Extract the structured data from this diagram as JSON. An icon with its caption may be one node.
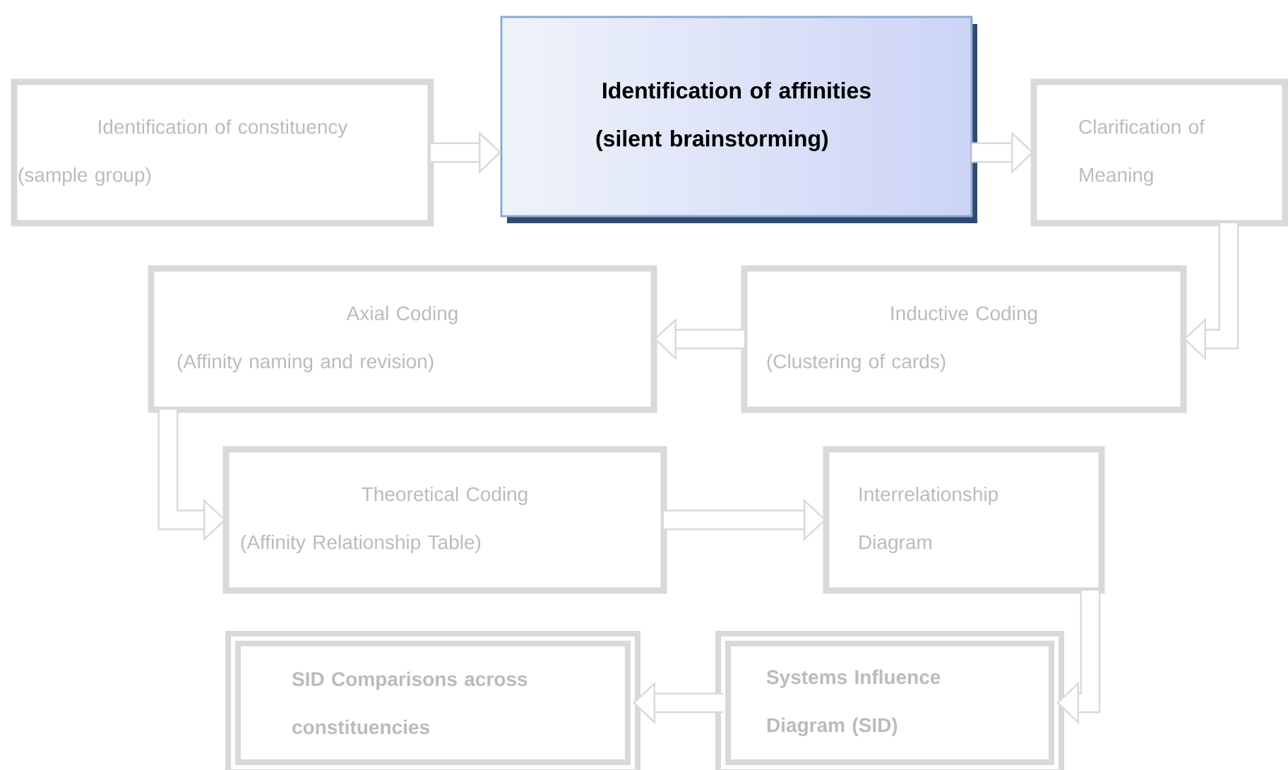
{
  "diagram": {
    "nodes": [
      {
        "text": [
          "Identification of constituency",
          "(sample group)"
        ]
      },
      {
        "text": [
          "Identification of affinities",
          "(silent brainstorming)"
        ]
      },
      {
        "text": [
          "Clarification of Meaning"
        ]
      },
      {
        "text": [
          "Axial Coding",
          "(Affinity naming and revision)"
        ]
      },
      {
        "text": [
          "Inductive Coding",
          "(Clustering of cards)"
        ]
      },
      {
        "text": [
          "Theoretical Coding",
          "(Affinity Relationship Table)"
        ]
      },
      {
        "text": [
          "Interrelationship Diagram"
        ]
      },
      {
        "text": [
          "SID Comparisons across constituencies"
        ]
      },
      {
        "text": [
          "Systems Influence Diagram (SID)"
        ]
      }
    ],
    "edges": [
      {
        "from": 0,
        "to": 1,
        "arrow": "to"
      },
      {
        "from": 1,
        "to": 2,
        "arrow": "to"
      },
      {
        "from": 2,
        "to": 4,
        "arrow": "to"
      },
      {
        "from": 4,
        "to": 3,
        "arrow": "to"
      },
      {
        "from": 3,
        "to": 5,
        "arrow": "to"
      },
      {
        "from": 5,
        "to": 6,
        "arrow": "to"
      },
      {
        "from": 6,
        "to": 8,
        "arrow": "to"
      },
      {
        "from": 8,
        "to": 7,
        "arrow": "to"
      }
    ]
  }
}
